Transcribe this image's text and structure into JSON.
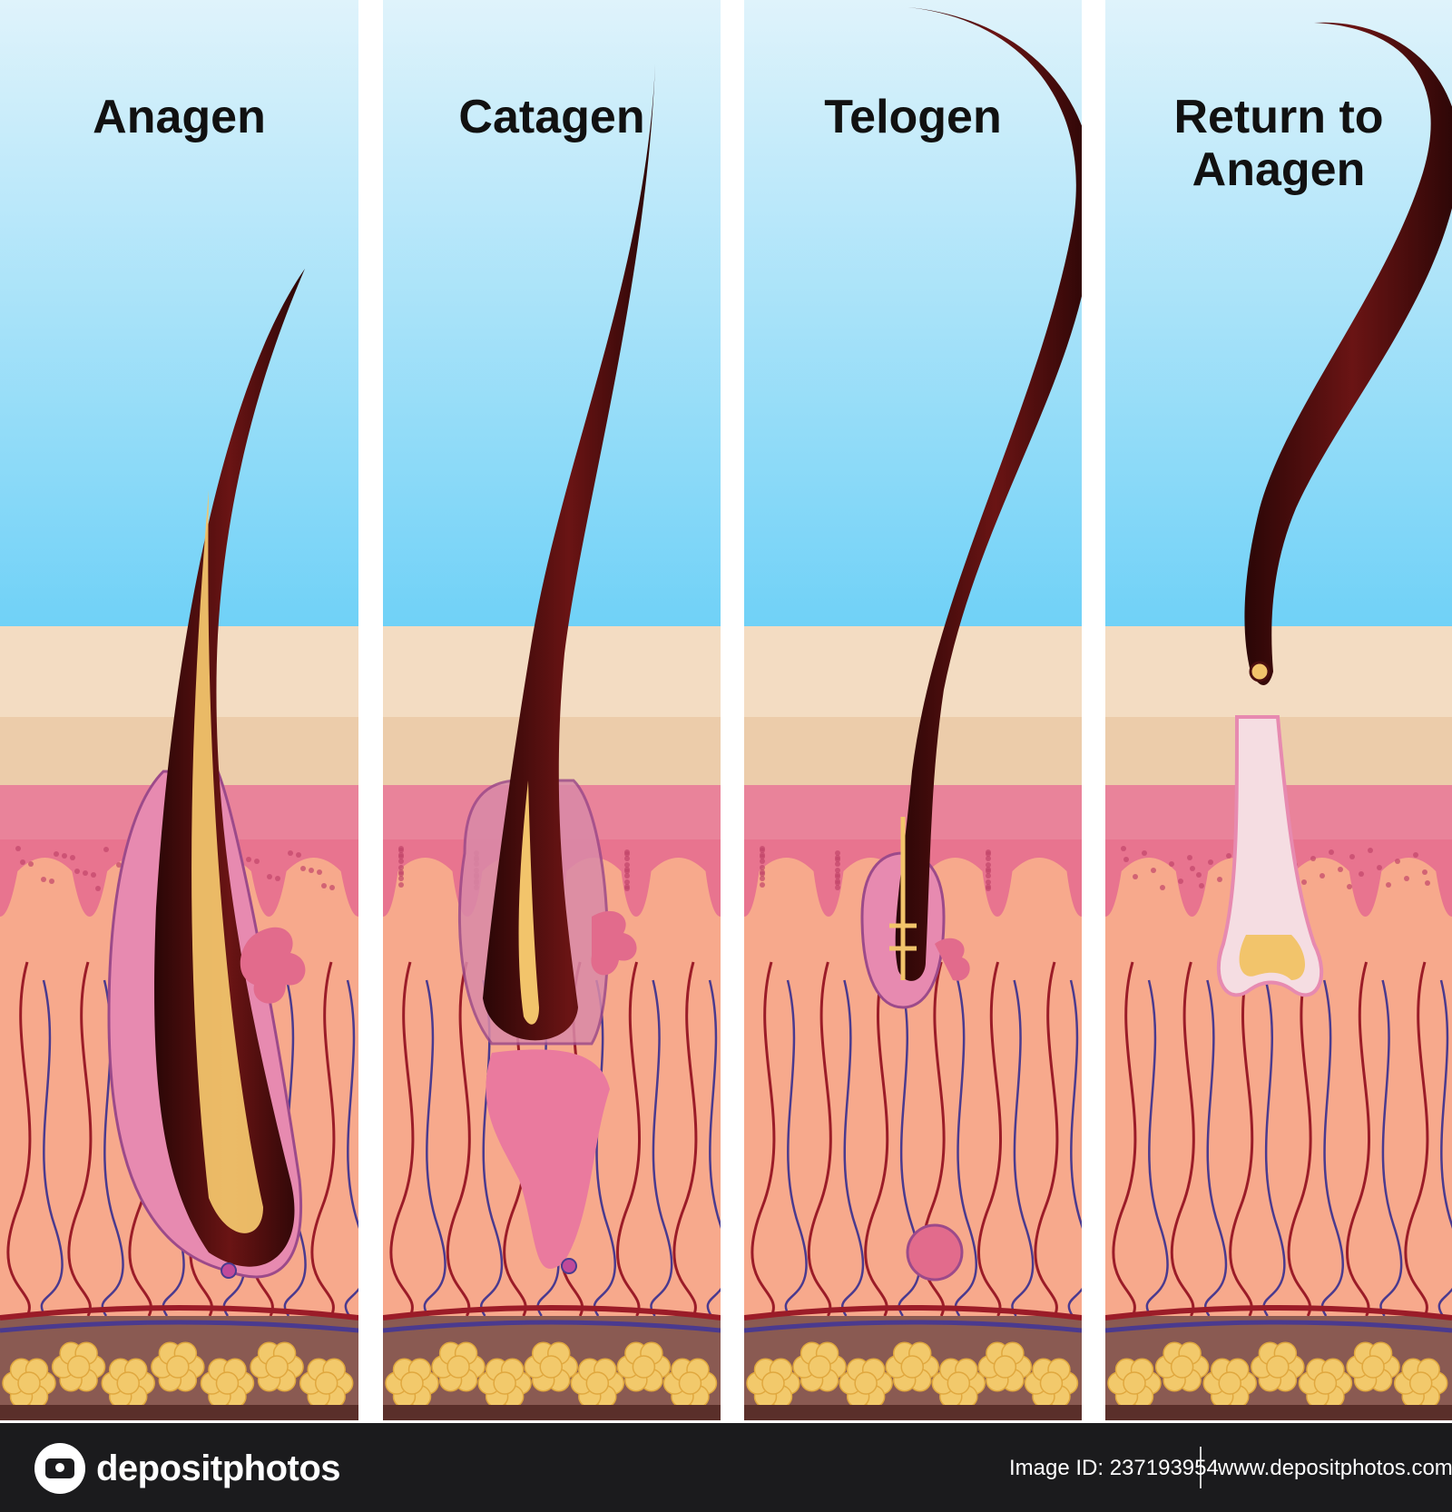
{
  "panels": [
    {
      "id": "anagen",
      "title_lines": [
        "Anagen"
      ]
    },
    {
      "id": "catagen",
      "title_lines": [
        "Catagen"
      ]
    },
    {
      "id": "telogen",
      "title_lines": [
        "Telogen"
      ]
    },
    {
      "id": "return",
      "title_lines": [
        "Return to",
        "Anagen"
      ]
    }
  ],
  "footer": {
    "logo_text": "depositphotos",
    "image_id": "Image ID: 237193954",
    "site": "www.depositphotos.com"
  },
  "colors": {
    "sky_top": "#dff3fb",
    "sky_bottom": "#6fd1f7",
    "epidermis": "#f3dcc2",
    "dermis_top": "#e8748f",
    "dermis": "#f7a98c",
    "hair": "#4a0f0f",
    "fat": "#f2c96b"
  }
}
